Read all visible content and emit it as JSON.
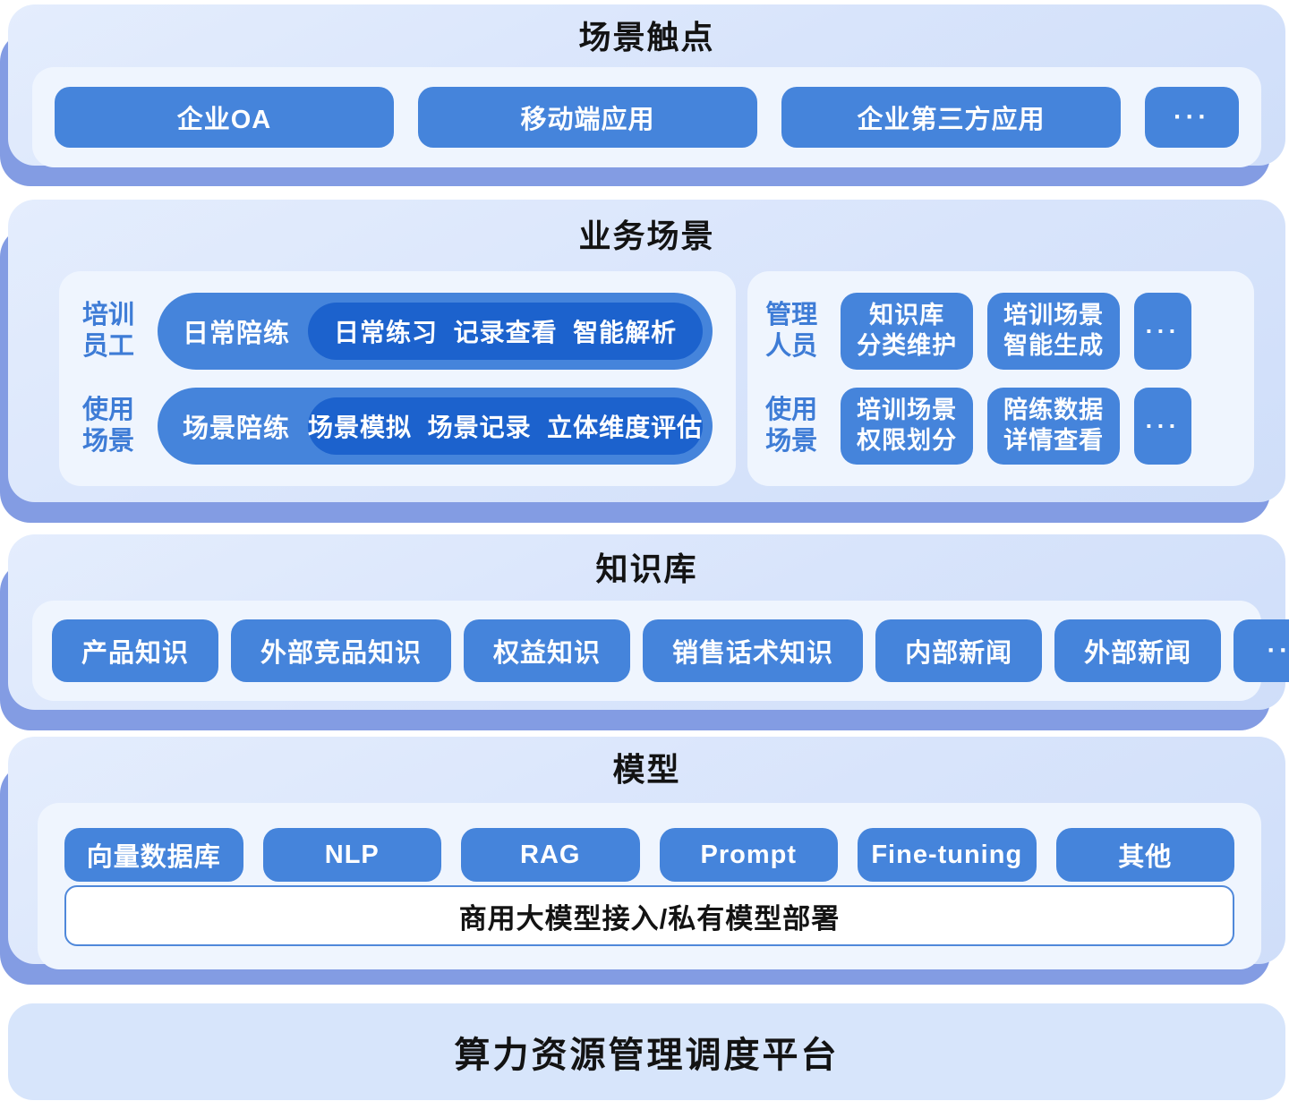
{
  "colors": {
    "button_blue": "#4584db",
    "pill_dark_blue": "#1c62cd",
    "panel_background": "#d8e4fb",
    "panel_under_shadow": "#839ce3",
    "inner_panel": "#eff5fe",
    "role_label_blue": "#3e7cd6",
    "title_text": "#131313"
  },
  "sections": {
    "touchpoints": {
      "title": "场景触点",
      "items": [
        "企业OA",
        "移动端应用",
        "企业第三方应用"
      ],
      "more": "···"
    },
    "business": {
      "title": "业务场景",
      "staff": {
        "rows": [
          {
            "label": "培训\n员工",
            "pill_label": "日常陪练",
            "pill_detail": "日常练习  记录查看  智能解析"
          },
          {
            "label": "使用\n场景",
            "pill_label": "场景陪练",
            "pill_detail": "场景模拟  场景记录  立体维度评估"
          }
        ]
      },
      "manager": {
        "rows": [
          {
            "label": "管理\n人员",
            "buttons": [
              "知识库\n分类维护",
              "培训场景\n智能生成"
            ],
            "more": "···"
          },
          {
            "label": "使用\n场景",
            "buttons": [
              "培训场景\n权限划分",
              "陪练数据\n详情查看"
            ],
            "more": "···"
          }
        ]
      }
    },
    "knowledge": {
      "title": "知识库",
      "items": [
        "产品知识",
        "外部竞品知识",
        "权益知识",
        "销售话术知识",
        "内部新闻",
        "外部新闻"
      ],
      "more": "···"
    },
    "model": {
      "title": "模型",
      "items": [
        "向量数据库",
        "NLP",
        "RAG",
        "Prompt",
        "Fine-tuning",
        "其他"
      ],
      "bar": "商用大模型接入/私有模型部署"
    },
    "compute": {
      "title": "算力资源管理调度平台"
    }
  }
}
